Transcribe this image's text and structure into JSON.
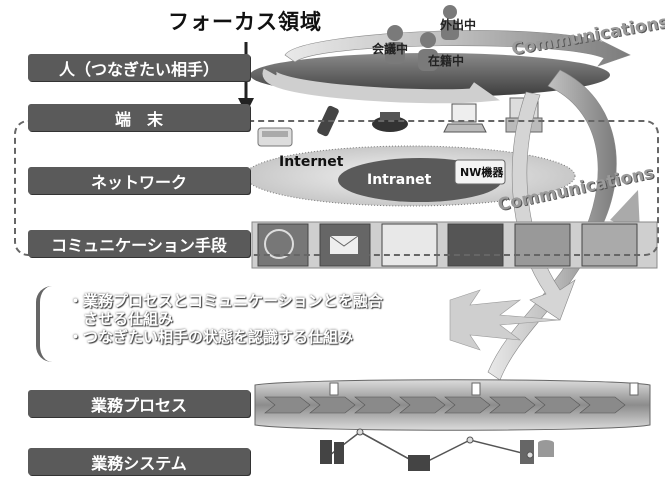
{
  "focus_title": "フォーカス領域",
  "layers": {
    "people": "人（つなぎたい相手）",
    "terminal": "端　末",
    "network": "ネットワーク",
    "comm_means": "コミュニケーション手段",
    "business_process": "業務プロセス",
    "business_system": "業務システム"
  },
  "presence": {
    "meeting": "会議中",
    "away": "外出中",
    "present": "在籍中"
  },
  "communications_top": "Communications",
  "communications_mid": "Communications",
  "network_labels": {
    "internet": "Internet",
    "intranet": "Intranet",
    "nw_device": "NW機器"
  },
  "callout_lines": [
    "・業務プロセスとコミュニケーションとを融合",
    "　させる仕組み",
    "・つなぎたい相手の状態を認識する仕組み"
  ]
}
